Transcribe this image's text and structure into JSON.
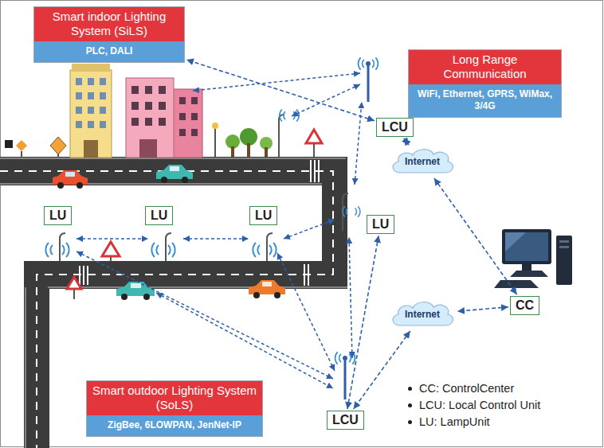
{
  "diagram": {
    "nodes": [
      {
        "text": [
          "Smart indoor Lighting System (SiLS)",
          "PLC, DALI"
        ]
      },
      {
        "text": [
          "Long Range Communication",
          "WiFi, Ethernet, GPRS, WiMax, 3/4G"
        ]
      },
      {
        "text": [
          "LCU"
        ]
      },
      {
        "text": [
          "Internet"
        ]
      },
      {
        "text": [
          "LU"
        ]
      },
      {
        "text": [
          "LU"
        ]
      },
      {
        "text": [
          "LU"
        ]
      },
      {
        "text": [
          "LU"
        ]
      },
      {
        "text": [
          "CC"
        ]
      },
      {
        "text": [
          "Internet"
        ]
      },
      {
        "text": [
          "LCU"
        ]
      },
      {
        "text": [
          "Smart outdoor Lighting System (SoLS)",
          "ZigBee, 6LOWPAN, JenNet-IP"
        ]
      }
    ],
    "edges": [
      {
        "from": 2,
        "to": 0,
        "arrow": "both"
      },
      {
        "from": 2,
        "to": 3,
        "arrow": "both"
      },
      {
        "from": 3,
        "to": 8,
        "arrow": "both"
      },
      {
        "from": 8,
        "to": 9,
        "arrow": "both"
      },
      {
        "from": 9,
        "to": 10,
        "arrow": "both"
      },
      {
        "from": 10,
        "to": 7,
        "arrow": "both"
      }
    ],
    "labels": [
      "CC: ControlCenter",
      "LCU: Local Control Unit",
      "LU: LampUnit"
    ]
  }
}
